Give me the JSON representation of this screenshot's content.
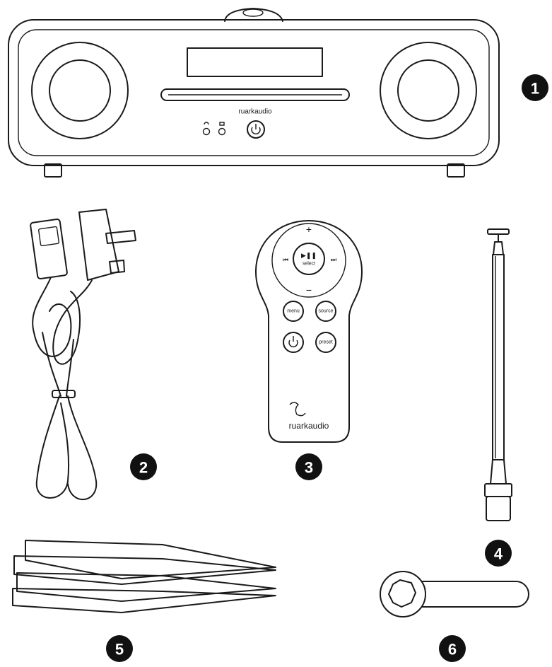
{
  "callouts": {
    "item_1": "1",
    "item_2": "2",
    "item_3": "3",
    "item_4": "4",
    "item_5": "5",
    "item_6": "6"
  },
  "device_logo": "ruarkaudio",
  "remote": {
    "plus": "+",
    "minus": "−",
    "prev": "⏮",
    "next": "⏭",
    "play_select": "select",
    "menu": "menu",
    "source": "source",
    "preset": "preset",
    "logo": "ruarkaudio"
  },
  "colors": {
    "ink": "#1a1a1a",
    "callout": "#111111"
  }
}
